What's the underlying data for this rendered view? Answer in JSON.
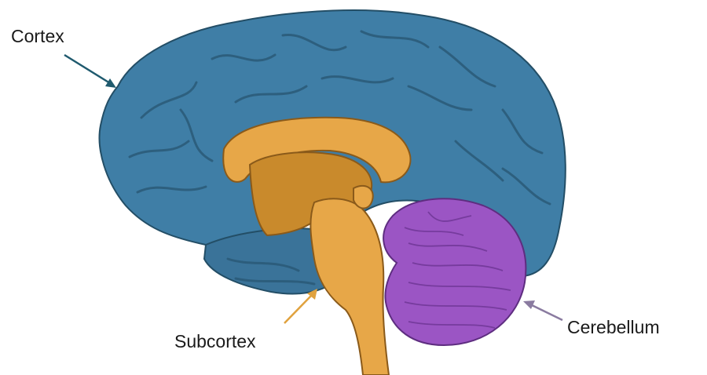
{
  "labels": {
    "cortex": "Cortex",
    "subcortex": "Subcortex",
    "cerebellum": "Cerebellum"
  },
  "colors": {
    "cortex": "#3f7ea6",
    "cortex_dark": "#2f6790",
    "subcortex": "#e7a748",
    "subcortex_dark": "#c98a2c",
    "cerebellum": "#9b55c4",
    "arrow_cortex": "#1f5a6e",
    "arrow_subcortex": "#e0a23e",
    "arrow_cerebellum": "#8a7ba0"
  }
}
